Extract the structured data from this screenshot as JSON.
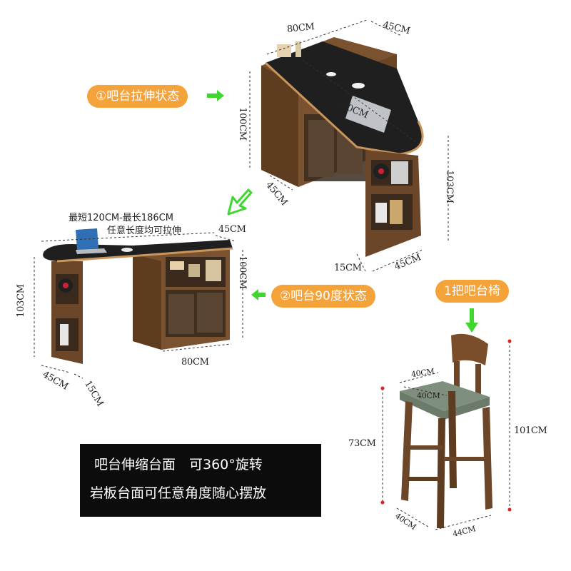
{
  "top_table": {
    "label": "①吧台拉伸状态",
    "width": "80CM",
    "depth": "45CM",
    "height_left": "100CM",
    "extension": "120CM",
    "height_right": "103CM",
    "base_depth": "45CM",
    "foot_depth": "45CM",
    "foot_width": "15CM"
  },
  "side_table": {
    "label": "②吧台90度状态",
    "note_line1": "最短120CM-最长186CM",
    "note_line2": "任意长度均可拉伸",
    "depth": "45CM",
    "height_right": "100CM",
    "height_left": "103CM",
    "width": "80CM",
    "leg_depth": "45CM",
    "leg_width": "15CM"
  },
  "chair": {
    "label": "1把吧台椅",
    "seat_width": "40CM",
    "seat_depth": "40CM",
    "seat_height": "73CM",
    "total_height": "101CM",
    "base_depth": "40CM",
    "base_width": "44CM"
  },
  "promo": {
    "line1": "吧台伸缩台面　可360°旋转",
    "line2": "岩板台面可任意角度随心摆放"
  },
  "colors": {
    "accent": "#f4a23a",
    "arrow": "#3fd62e",
    "wood": "#6b4628",
    "stone": "#1e1e1e"
  }
}
